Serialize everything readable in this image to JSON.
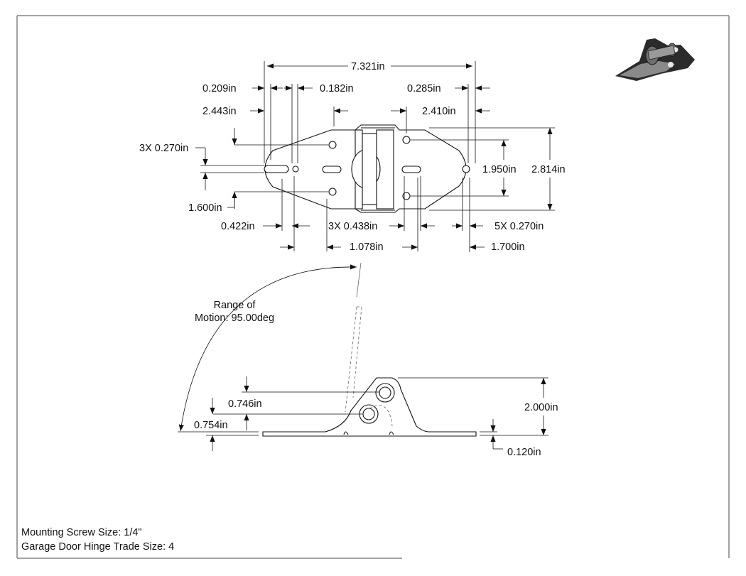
{
  "top_view": {
    "dims": {
      "overall_length": "7.321in",
      "d_0209": "0.209in",
      "d_0182": "0.182in",
      "d_0285": "0.285in",
      "d_2443": "2.443in",
      "d_2410": "2.410in",
      "d_3x0270": "3X 0.270in",
      "d_1950": "1.950in",
      "d_2814": "2.814in",
      "d_1600": "1.600in",
      "d_0422": "0.422in",
      "d_3x0438": "3X 0.438in",
      "d_5x0270": "5X 0.270in",
      "d_1078": "1.078in",
      "d_1700": "1.700in"
    }
  },
  "side_view": {
    "range_line1": "Range of",
    "range_line2": "Motion: 95.00deg",
    "dims": {
      "d_0746": "0.746in",
      "d_0754": "0.754in",
      "d_2000": "2.000in",
      "d_0120": "0.120in"
    }
  },
  "notes": {
    "screw": "Mounting Screw Size: 1/4\"",
    "trade": "Garage Door Hinge Trade Size: 4"
  },
  "colors": {
    "line": "#111111",
    "part_fill": "#ffffff",
    "iso_dark": "#2b2b2b",
    "iso_light": "#8a8a8a"
  }
}
